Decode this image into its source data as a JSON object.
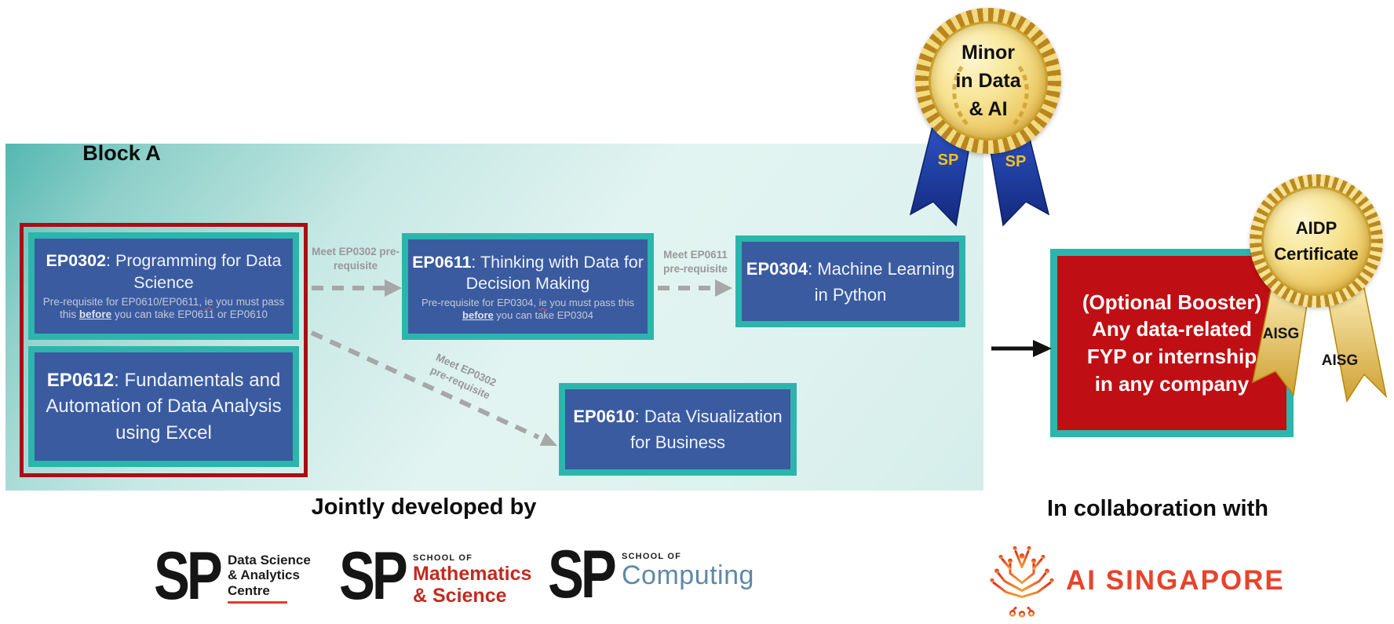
{
  "block": {
    "title": "Block A"
  },
  "courses": {
    "ep0302": {
      "code": "EP0302",
      "title": ": Programming for Data Science",
      "note": {
        "pre": "Pre-requisite for EP0610/EP0611, ",
        "ie": "ie",
        "mid": " you must pass this ",
        "before": "before",
        "post": " you can take EP0611 or EP0610"
      }
    },
    "ep0612": {
      "code": "EP0612",
      "title": ": Fundamentals and Automation of Data Analysis using Excel"
    },
    "ep0611": {
      "code": "EP0611",
      "title": ": Thinking with Data for Decision Making",
      "note": {
        "pre": "Pre-requisite for EP0304, ",
        "ie": "ie",
        "mid": " you must pass this ",
        "before": "before",
        "post": " you can take EP0304"
      }
    },
    "ep0304": {
      "code": "EP0304",
      "title": ": Machine Learning in Python"
    },
    "ep0610": {
      "code": "EP0610",
      "title": ": Data Visualization for Business"
    }
  },
  "arrows": {
    "a1": {
      "label": "Meet EP0302 pre-requisite"
    },
    "a2": {
      "label": "Meet EP0611 pre-requisite"
    },
    "a3": {
      "label": "Meet EP0302 pre-requisite"
    }
  },
  "medal": {
    "lines": [
      "Minor",
      "in Data",
      "& AI"
    ],
    "ribbon_left": "SP",
    "ribbon_right": "SP"
  },
  "badge": {
    "lines": [
      "AIDP",
      "Certificate"
    ],
    "ribbon_left": "AISG",
    "ribbon_right": "AISG"
  },
  "booster": {
    "lines": [
      "(Optional Booster)",
      "Any data-related",
      "FYP or internship",
      "in any company"
    ]
  },
  "footer": {
    "jointly": "Jointly developed by",
    "collab": "In collaboration with",
    "sp_dsac": {
      "mark": "SP",
      "lines": [
        "Data Science",
        "& Analytics",
        "Centre"
      ]
    },
    "sp_math": {
      "mark": "SP",
      "school_of": "SCHOOL OF",
      "lines": [
        "Mathematics",
        "& Science"
      ]
    },
    "sp_comp": {
      "mark": "SP",
      "school_of": "SCHOOL OF",
      "name": "Computing"
    },
    "ai_singapore": {
      "name": "AI SINGAPORE"
    }
  },
  "colors": {
    "teal_border": "#2cb5ad",
    "course_blue": "#3a5ba0",
    "booster_red": "#c00f14",
    "group_red_border": "#ab0e12",
    "ribbon_blue": "#1d3fae",
    "medal_gold": "#e9c35a",
    "aisg_logo_red": "#e8432c",
    "computing_blue": "#5e89a8",
    "math_red": "#bf2c21"
  }
}
